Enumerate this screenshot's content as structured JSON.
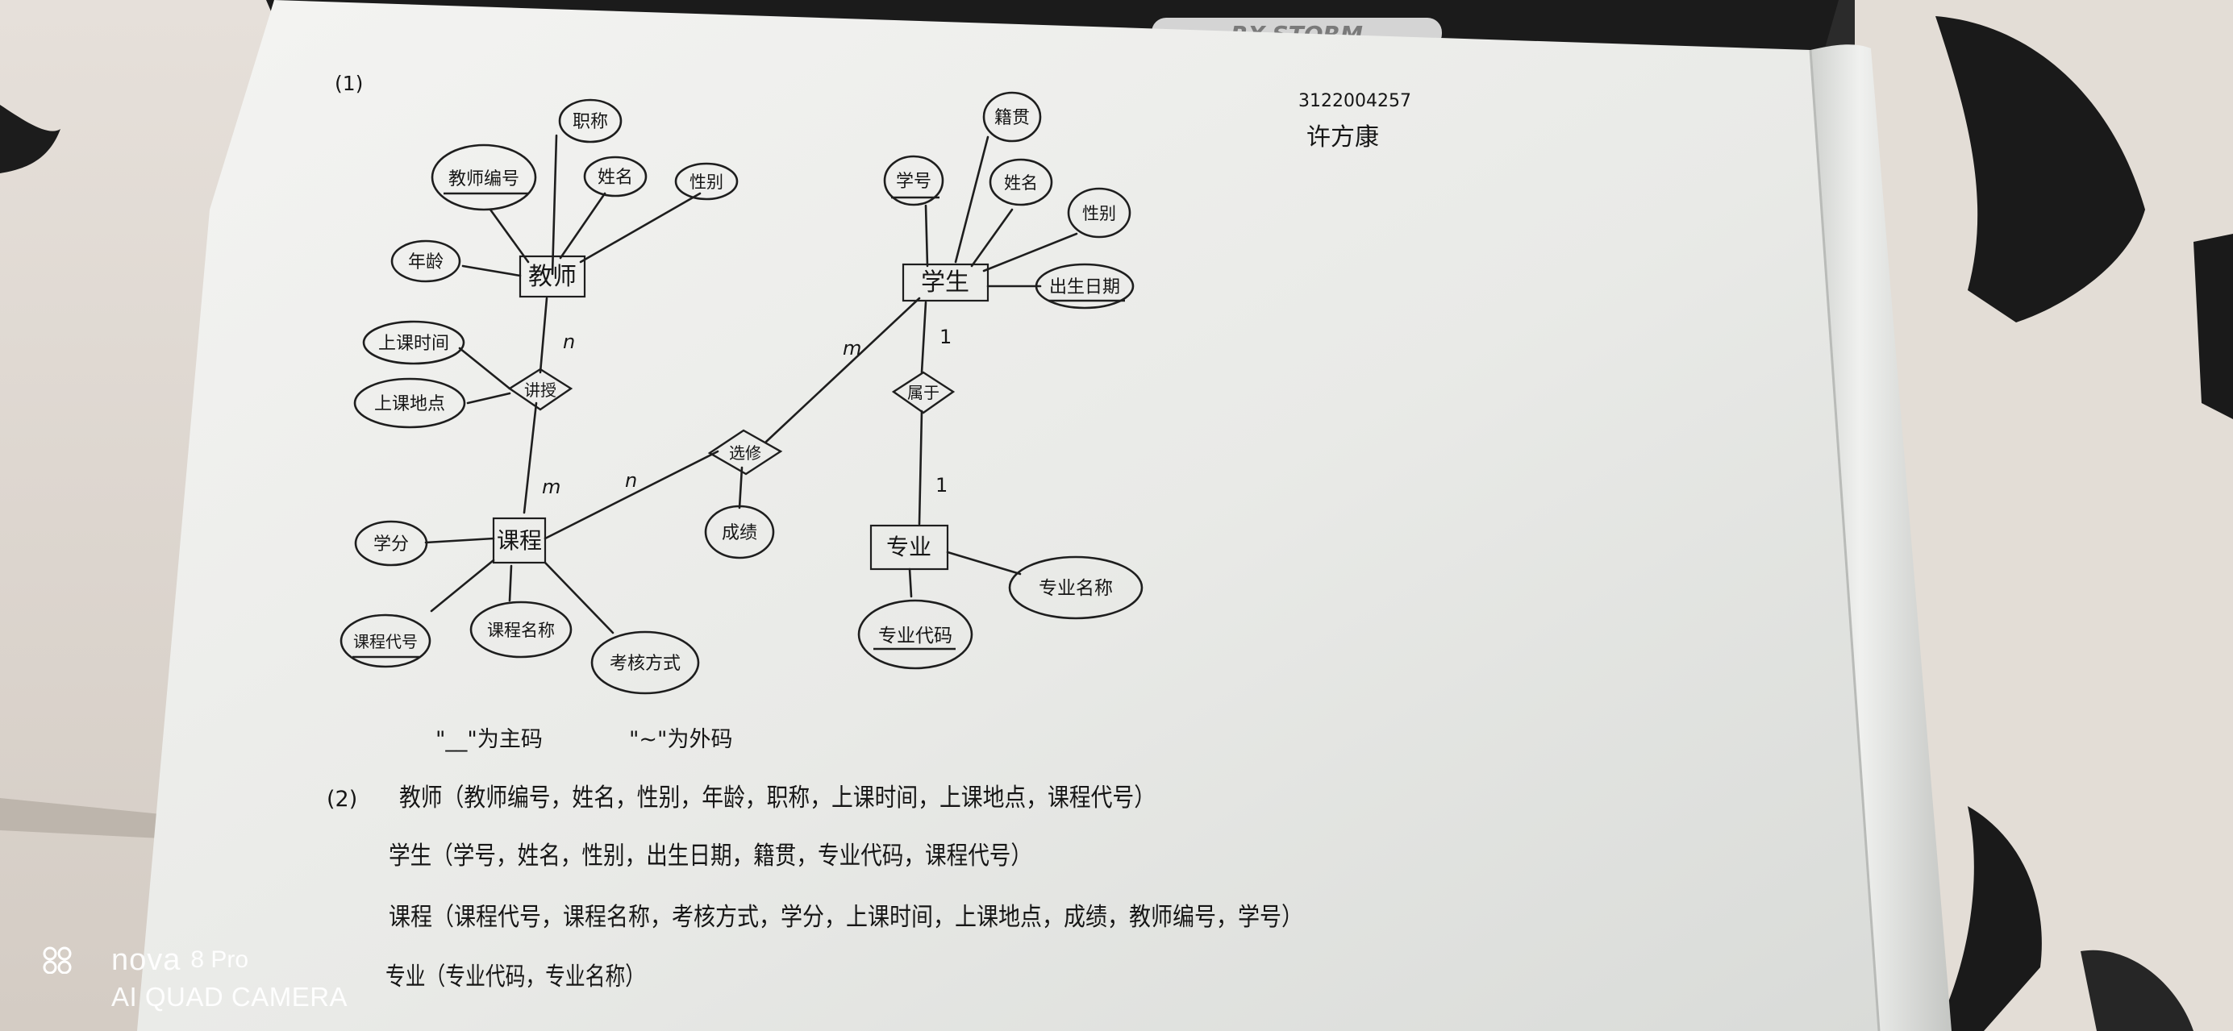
{
  "diagram": {
    "part1_marker": "(1)",
    "student_id": "3122004257",
    "author_name": "许方康",
    "entities": {
      "teacher": "教师",
      "student": "学生",
      "course": "课程",
      "major": "专业"
    },
    "relationships": {
      "teach": "讲授",
      "select": "选修",
      "belong": "属于"
    },
    "attributes": {
      "teacher_title": "职称",
      "teacher_id": "教师编号",
      "teacher_name": "姓名",
      "teacher_gender": "性别",
      "teacher_age": "年龄",
      "class_time": "上课时间",
      "class_place": "上课地点",
      "student_origin": "籍贯",
      "student_id": "学号",
      "student_name": "姓名",
      "student_gender": "性别",
      "student_birth": "出生日期",
      "course_credit": "学分",
      "course_id": "课程代号",
      "course_name": "课程名称",
      "course_exam": "考核方式",
      "score": "成绩",
      "major_name": "专业名称",
      "major_id": "专业代码"
    },
    "cardinalities": {
      "teach_teacher": "n",
      "teach_course": "m",
      "select_course": "n",
      "select_student": "m",
      "belong_student": "1",
      "belong_major": "1"
    }
  },
  "notes": {
    "primary_key_note": "\"__\"为主码",
    "foreign_key_note": "\"~\"为外码"
  },
  "schema": {
    "part2_marker": "(2)",
    "relations": [
      {
        "name": "教师",
        "fields": [
          "教师编号",
          "姓名",
          "性别",
          "年龄",
          "职称",
          "上课时间",
          "上课地点",
          "课程代号"
        ]
      },
      {
        "name": "学生",
        "fields": [
          "学号",
          "姓名",
          "性别",
          "出生日期",
          "籍贯",
          "专业代码",
          "课程代号"
        ]
      },
      {
        "name": "课程",
        "fields": [
          "课程代号",
          "课程名称",
          "考核方式",
          "学分",
          "上课时间",
          "上课地点",
          "成绩",
          "教师编号",
          "学号"
        ]
      },
      {
        "name": "专业",
        "fields": [
          "专业代码",
          "专业名称"
        ]
      }
    ]
  },
  "watermark": {
    "brand": "nova",
    "model": "8 Pro",
    "camera": "AI QUAD CAMERA"
  },
  "device_label": "RX-STORM"
}
